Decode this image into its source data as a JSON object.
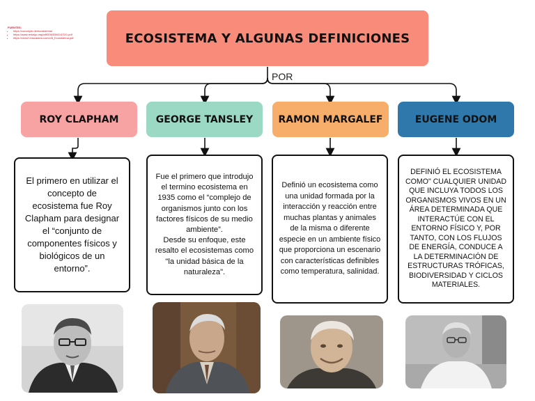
{
  "title": "ECOSISTEMA Y ALGUNAS DEFINICIONES",
  "connector_label": "POR",
  "sources": {
    "heading": "FUENTES:",
    "items": [
      "https://concepto.de/ecosistema/",
      "https://www.redalyc.org/pdf/536/53601470/1.pdf",
      "https://ciclo2.educastea.com/v/8_Ecosistema.pdf"
    ]
  },
  "colors": {
    "title_bg": "#f88b7a",
    "clapham": "#f7a3a3",
    "tansley": "#9bd9c4",
    "margalef": "#f7ae6b",
    "odom": "#2f78ac"
  },
  "authors": [
    {
      "name": "ROY CLAPHAM",
      "description": "El primero en utilizar el concepto de ecosistema  fue Roy Clapham para designar el “conjunto de componentes físicos y biológicos de un entorno”."
    },
    {
      "name": "GEORGE TANSLEY",
      "description": "Fue el primero que introdujo el termino ecosistema en 1935 como el  “complejo de organismos junto con los factores físicos de su medio ambiente”.\nDesde su enfoque, este resalto el ecosistemas como \"la unidad básica de la naturaleza\"."
    },
    {
      "name": "RAMON MARGALEF",
      "description": "Definió un ecosistema como una unidad formada por la interacción y reacción entre muchas plantas y animales de la misma o diferente especie en un ambiente físico que proporciona un escenario con características definibles como temperatura, salinidad."
    },
    {
      "name": "EUGENE ODOM",
      "description": "DEFINIÓ EL ECOSISTEMA COMO\" CUALQUIER UNIDAD QUE INCLUYA TODOS LOS ORGANISMOS VIVOS EN UN ÁREA DETERMINADA QUE INTERACTÚE CON EL ENTORNO FÍSICO Y, POR TANTO, CON LOS FLUJOS DE ENERGÍA, CONDUCE A LA DETERMINACIÓN DE ESTRUCTURAS TRÓFICAS, BIODIVERSIDAD Y CICLOS MATERIALES."
    }
  ]
}
